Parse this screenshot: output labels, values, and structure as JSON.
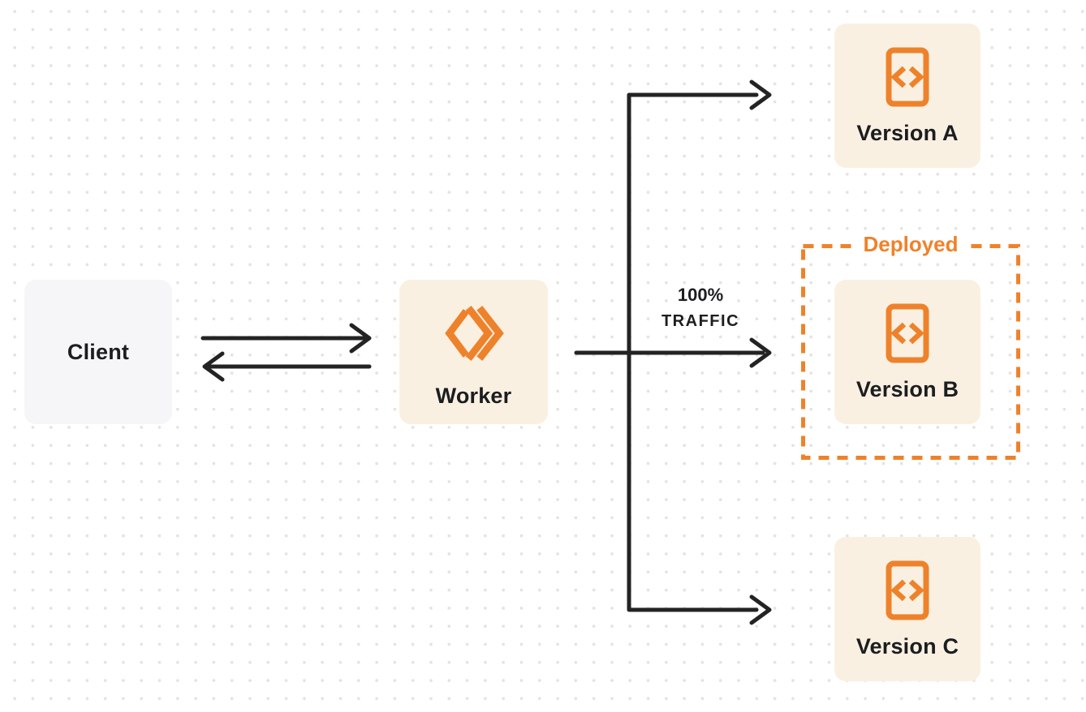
{
  "diagram": {
    "nodes": {
      "client": {
        "label": "Client"
      },
      "worker": {
        "label": "Worker"
      },
      "version_a": {
        "label": "Version A"
      },
      "version_b": {
        "label": "Version B"
      },
      "version_c": {
        "label": "Version C"
      }
    },
    "annotations": {
      "deployed": "Deployed",
      "traffic_percent": "100%",
      "traffic_word": "TRAFFIC"
    },
    "icons": {
      "worker": "workers-logo-icon",
      "version": "code-file-icon"
    },
    "colors": {
      "accent_orange": "#ee822b",
      "box_cream": "#faf0e2",
      "box_gray": "#f6f6f8",
      "line_dark": "#232323",
      "text_dark": "#1b1d1f",
      "dot_grid": "#e3e3e4",
      "background": "#ffffff"
    }
  }
}
